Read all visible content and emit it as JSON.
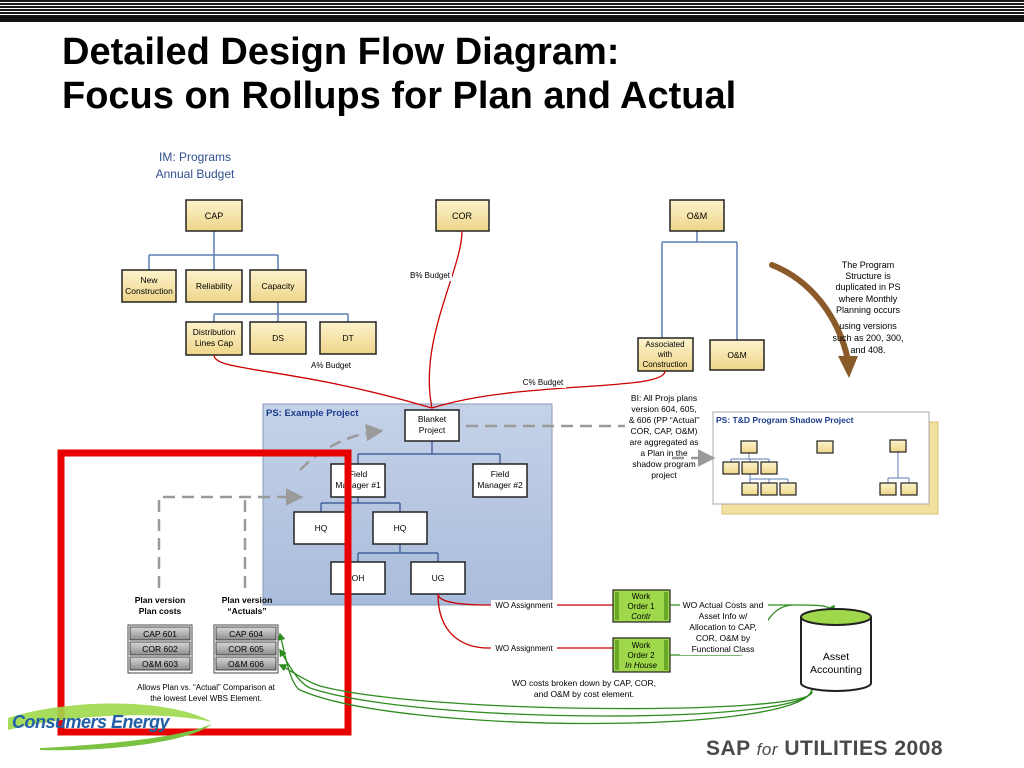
{
  "title": {
    "line1": "Detailed Design Flow Diagram:",
    "line2": "Focus on Rollups for Plan and Actual"
  },
  "im_label": {
    "line1": "IM:  Programs",
    "line2": "Annual Budget"
  },
  "programs": {
    "cap": "CAP",
    "cor": "COR",
    "om": "O&M",
    "new_construction": [
      "New",
      "Construction"
    ],
    "reliability": "Reliability",
    "capacity": "Capacity",
    "distribution_lines_cap": [
      "Distribution",
      "Lines Cap"
    ],
    "ds": "DS",
    "dt": "DT",
    "associated_with_construction": [
      "Associated",
      "with",
      "Construction"
    ],
    "om_child": "O&M"
  },
  "budget_labels": {
    "a": "A% Budget",
    "b": "B% Budget",
    "c": "C% Budget"
  },
  "program_note": [
    "The Program",
    "Structure is",
    "duplicated in PS",
    "where Monthly",
    "Planning occurs",
    "using versions",
    "such as 200, 300,",
    "and 408."
  ],
  "ps_project": {
    "title": "PS: Example Project",
    "blanket": [
      "Blanket",
      "Project"
    ],
    "field1": [
      "Field",
      "Manager #1"
    ],
    "field2": [
      "Field",
      "Manager #2"
    ],
    "hq1": "HQ",
    "hq2": "HQ",
    "oh": "OH",
    "ug": "UG"
  },
  "bi_note": [
    "BI: All Projs plans",
    "version 604, 605,",
    "& 606 (PP “Actual”",
    "COR, CAP, O&M)",
    "are aggregated as",
    "a Plan in the",
    "shadow program",
    "project"
  ],
  "shadow_title": "PS: T&D Program Shadow Project",
  "plan_costs": {
    "header": [
      "Plan version",
      "Plan costs"
    ],
    "rows": [
      "CAP 601",
      "COR 602",
      "O&M 603"
    ]
  },
  "plan_actuals": {
    "header": [
      "Plan version",
      "“Actuals”"
    ],
    "rows": [
      "CAP 604",
      "COR 605",
      "O&M 606"
    ]
  },
  "plan_note": [
    "Allows Plan vs. “Actual” Comparison at",
    "the lowest Level WBS Element."
  ],
  "wo_assign_1": "WO Assignment",
  "wo_assign_2": "WO Assignment",
  "work_order_1": [
    "Work",
    "Order 1",
    "Contr"
  ],
  "work_order_2": [
    "Work",
    "Order 2",
    "In House"
  ],
  "wo_actual_note": [
    "WO Actual Costs and",
    "Asset Info w/",
    "Allocation to CAP,",
    "COR, O&M by",
    "Functional Class"
  ],
  "wo_costs_note": [
    "WO costs broken down by CAP, COR,",
    "and O&M by cost element."
  ],
  "asset_accounting": [
    "Asset",
    "Accounting"
  ],
  "footer": {
    "logo": "Consumers Energy",
    "brand_sap": "SAP",
    "brand_for": "for",
    "brand_utilities": "UTILITIES 2008"
  },
  "colors": {
    "box_fill": "#f3e1a0",
    "ps_fill": "#b9c8e0",
    "shadow_fill": "#f3e1a0",
    "highlight": "#e80000",
    "budget_line": "#cc0000",
    "green": "#2e8b1e",
    "wo_box": "#9fd84a",
    "tree_line": "#5b7fb5"
  }
}
